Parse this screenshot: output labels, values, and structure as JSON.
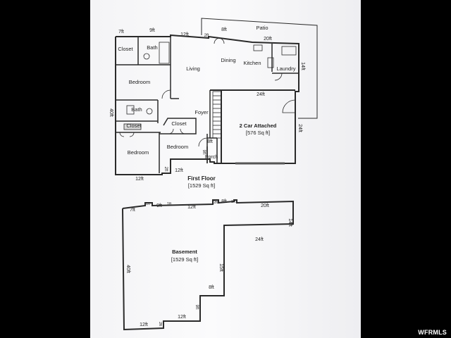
{
  "watermark": "WFRMLS",
  "first_floor": {
    "title": "First Floor",
    "area": "[1529 Sq ft]",
    "rooms": {
      "patio": "Patio",
      "closet_top": "Closet",
      "bath_top": "Bath",
      "living": "Living",
      "dining": "Dining",
      "kitchen": "Kitchen",
      "laundry": "Laundry",
      "bedroom_1": "Bedroom",
      "bath_mid": "Bath",
      "foyer": "Foyer",
      "closet_left": "Closet",
      "closet_mid": "Closet",
      "bedroom_2": "Bedroom",
      "bedroom_3": "Bedroom",
      "porch": "Porch",
      "garage": "2 Car Attached",
      "garage_area": "[576 Sq ft]"
    },
    "dimensions": {
      "d_7ft": "7ft",
      "d_9ft": "9ft",
      "d_12ft_top": "12ft",
      "d_2ft": "2ft",
      "d_8ft_top": "8ft",
      "d_20ft": "20ft",
      "d_14ft": "14ft",
      "d_24ft_mid": "24ft",
      "d_24ft_side": "24ft",
      "d_40ft": "40ft",
      "d_8ft_porch": "8ft",
      "d_9ft_porch": "9ft",
      "d_12ft_bot": "12ft",
      "d_12ft_bot2": "12ft",
      "d_2ft_bot": "2ft"
    }
  },
  "basement": {
    "title": "Basement",
    "area": "[1529 Sq ft]",
    "dimensions": {
      "d_7ft": "7ft",
      "d_1ft": "1ft",
      "d_9ft": "9ft",
      "d_1ft_b": "1ft",
      "d_12ft_top": "12ft",
      "d_2ft": "2ft",
      "d_8ft_top": "8ft",
      "d_1ft_c": "1ft",
      "d_20ft": "20ft",
      "d_14ft": "14ft",
      "d_24ft": "24ft",
      "d_40ft": "40ft",
      "d_15ft": "15ft",
      "d_8ft_mid": "8ft",
      "d_12ft_bot": "12ft",
      "d_12ft_bot2": "12ft",
      "d_2ft_bot": "2ft"
    }
  }
}
